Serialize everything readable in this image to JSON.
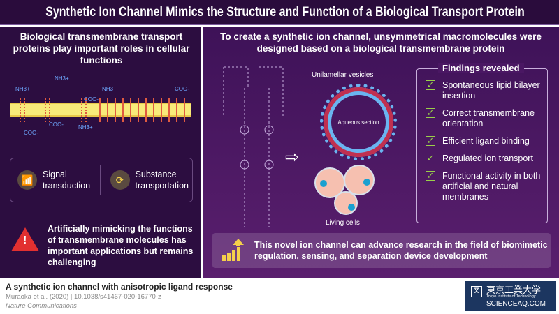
{
  "title": "Synthetic Ion Channel Mimics the Structure and Function of a Biological Transport Protein",
  "left": {
    "heading": "Biological transmembrane transport proteins play important roles in cellular functions",
    "labels": [
      "NH3+",
      "NH3+",
      "COO-",
      "NH3+",
      "COO-",
      "COO-",
      "COO-",
      "NH3+"
    ],
    "cards": [
      {
        "icon": "signal-icon",
        "label": "Signal transduction"
      },
      {
        "icon": "transport-arrows-icon",
        "label": "Substance transportation"
      }
    ],
    "warning": "Artificially mimicking the functions of transmembrane molecules has important applications but remains challenging"
  },
  "right": {
    "heading": "To create a synthetic ion channel, unsymmetrical macromolecules were designed based on a biological transmembrane protein",
    "vesicles_label": "Unilamellar vesicles",
    "aqueous_label": "Aqueous section",
    "cells_label": "Living cells",
    "findings_title": "Findings revealed",
    "findings": [
      "Spontaneous lipid bilayer insertion",
      "Correct transmembrane orientation",
      "Efficient ligand binding",
      "Regulated ion transport",
      "Functional activity in both artificial and natural membranes"
    ],
    "banner": "This novel ion channel can advance research in the field of biomimetic regulation, sensing, and separation device development"
  },
  "footer": {
    "paper_title": "A synthetic ion channel with anisotropic ligand response",
    "citation": "Muraoka et al. (2020) | 10.1038/s41467-020-16770-z",
    "journal": "Nature Communications",
    "logo_text": "東京工業大学",
    "logo_sub": "Tokyo Institute of Technology",
    "watermark": "SCIENCEAQ.COM"
  },
  "colors": {
    "header": "#2a0c3c",
    "left_panel": "#2c0d40",
    "right_panel": "#4a1763",
    "membrane": "#f8ea7a",
    "check": "#9ad04a",
    "warning": "#e23030"
  }
}
